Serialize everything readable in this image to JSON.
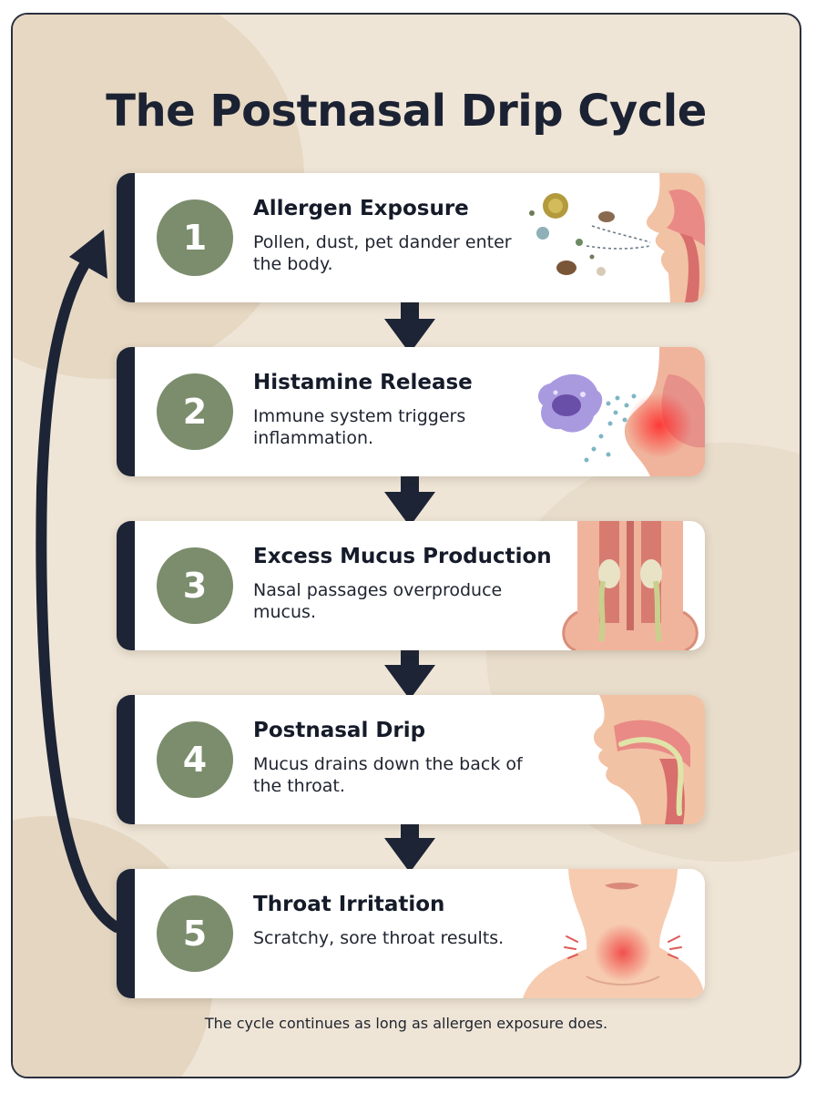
{
  "title": "The Postnasal Drip Cycle",
  "steps": [
    {
      "number": "1",
      "title": "Allergen Exposure",
      "text": "Pollen, dust, pet dander enter the body.",
      "icon": "allergen-nose-icon"
    },
    {
      "number": "2",
      "title": "Histamine Release",
      "text": "Immune system triggers inflammation.",
      "icon": "histamine-cell-icon"
    },
    {
      "number": "3",
      "title": "Excess Mucus Production",
      "text": "Nasal passages overproduce mucus.",
      "icon": "nasal-mucus-icon"
    },
    {
      "number": "4",
      "title": "Postnasal Drip",
      "text": "Mucus drains down the back of the throat.",
      "icon": "throat-drip-icon"
    },
    {
      "number": "5",
      "title": "Throat Irritation",
      "text": "Scratchy, sore throat results.",
      "icon": "sore-throat-icon"
    }
  ],
  "footer": "The cycle continues as long as allergen exposure does.",
  "colors": {
    "background": "#efe5d6",
    "navy": "#1c2436",
    "badge": "#7b8d6c",
    "card": "#ffffff"
  }
}
